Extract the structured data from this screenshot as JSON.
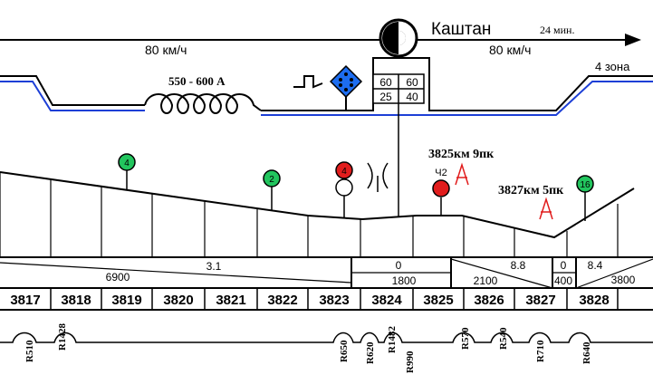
{
  "station": {
    "name": "Каштан",
    "time_note": "24 мин."
  },
  "speed": {
    "left": "80 км/ч",
    "right": "80 км/ч"
  },
  "catenary": {
    "current": "550 - 600 А",
    "zone": "4 зона"
  },
  "speed_box": {
    "top_left": "60",
    "top_right": "60",
    "bottom_left": "25",
    "bottom_right": "40"
  },
  "kilometres": [
    {
      "km": "3817",
      "icon": "none"
    },
    {
      "km": "3818",
      "icon": "none"
    },
    {
      "km": "3819",
      "icon": "none"
    },
    {
      "km": "3820",
      "icon": "none"
    },
    {
      "km": "3821",
      "icon": "none"
    },
    {
      "km": "3822",
      "icon": "none"
    },
    {
      "km": "3823",
      "icon": "none"
    },
    {
      "km": "3824",
      "icon": "none"
    },
    {
      "km": "3825",
      "icon": "none"
    },
    {
      "km": "3826",
      "icon": "none"
    },
    {
      "km": "3827",
      "icon": "none"
    },
    {
      "km": "3828",
      "icon": "none"
    }
  ],
  "profile": [
    {
      "grade": "3.1",
      "length": "6900"
    },
    {
      "grade": "0",
      "length": "1800"
    },
    {
      "grade": "8.8",
      "length": "2100"
    },
    {
      "grade": "0",
      "length": "400"
    },
    {
      "grade": "8.4",
      "length": "3800"
    }
  ],
  "signals": [
    {
      "label": "4",
      "color": "#22c55e"
    },
    {
      "label": "2",
      "color": "#22c55e"
    },
    {
      "label": "4",
      "color": "#e11d1d"
    },
    {
      "label": "16",
      "color": "#22c55e"
    }
  ],
  "ch_signal": {
    "label": "Ч2",
    "color": "#e11d1d"
  },
  "markers": [
    {
      "text": "3825км 9пк"
    },
    {
      "text": "3827км 5пк"
    }
  ],
  "curves": [
    "R510",
    "R1428",
    "R650",
    "R620",
    "R1482",
    "R990",
    "R570",
    "R540",
    "R710",
    "R640"
  ]
}
